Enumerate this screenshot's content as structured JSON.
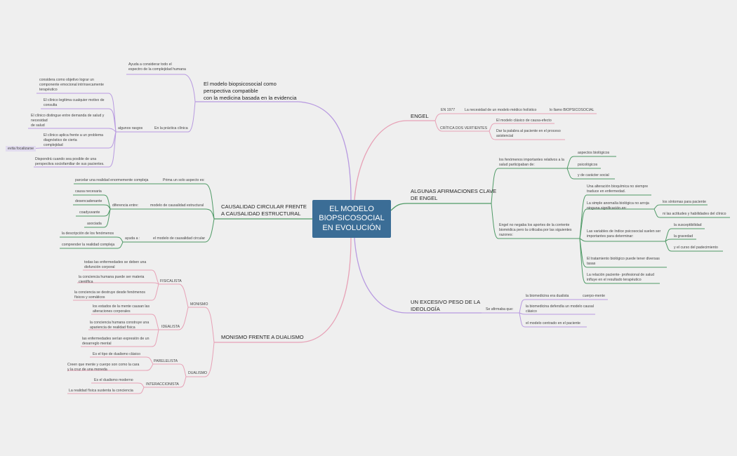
{
  "colors": {
    "purple": "#b89ae0",
    "pink": "#e8a0b4",
    "green": "#57a36c",
    "center": "#3b6d96",
    "lines_purple": "#b89ae0",
    "lines_green": "#4f9a66",
    "lines_pink": "#e7a1b6"
  },
  "center": {
    "title": "EL MODELO\nBIOPSICOSOCIAL\nEN EVOLUCIÓN"
  },
  "b1": {
    "title": "El modelo biopsicosocial como\nperspectiva compatible\ncon la medicina basada en la evidencia",
    "top": "Ayuda a considerar todo el\nespectro de la complejidad humana",
    "practica": "En la práctica clínica",
    "rasgos": "algunos rasgos",
    "r1": "considera como objetivo lograr un\ncomponente emocional intrínsecamente\nterapéutico",
    "r2": "El clínico legitima cualquier motivo de\nconsulta",
    "r3": "El clínico distingue entre demanda de salud y\nnecesidad\nde salud",
    "r4": "El clínico aplica frente a un problema\ndiagnóstico de cierta\ncomplejidad",
    "r4b": "evita focalizarse",
    "r5": "Dispondrá cuando sea posible de una\nperspectiva sociofamiliar de sus pacientes."
  },
  "b2": {
    "title": "CAUSALIDAD CIRCULAR FRENTE\nA CAUSALIDAD ESTRUCTURAL",
    "c1": "Prima un solo aspecto es:",
    "c1a": "parcelar una realidad enormemente compleja",
    "c2": "modelo de causalidad estructural",
    "dif": "diferencia entre:",
    "d1": "causa necesaria",
    "d2": "desencadenante",
    "d3": "coadyuvante",
    "d4": "asociada",
    "c3": "el modelo de causalidad circular",
    "ayuda": "ayuda a :",
    "a1": "la descripción de los fenómenos",
    "a2": "comprender la realidad compleja"
  },
  "b3": {
    "title": "MONISMO FRENTE A DUALISMO",
    "monismo": "MONISMO",
    "fisicalista": "FISICALISTA",
    "f1": "todas las enfermedades se deben una\ndisfunción corporal",
    "f2": "la conciencia humana puede ser materia\ncientífica",
    "f3": "la conciencia se destruye desde fenómenos\nfísicos y somáticos",
    "idealista": "IDEALISTA",
    "i1": "los estados de la mente causan las\nalteraciones corporales",
    "i2": "la conciencia humana construye una\napariencia de realidad física",
    "i3": "las enfermedades serían expresión de un\ndesarreglo mental",
    "dualismo": "DUALISMO",
    "paralelista": "PARELELISTA",
    "p1": "Es el tipo de dualismo clásico",
    "p2": "Creen que mente y cuerpo son como la cara\ny la cruz de una moneda",
    "interaccionista": "INTERACCIONISTA",
    "n1": "Es el dualismo moderno",
    "n2": "La realidad física sustenta la conciencia"
  },
  "b4": {
    "title": "ENGEL",
    "en1977": "EN 1977",
    "necesidad": "La necesidad de un modelo médico holístico",
    "llamo": "lo llamo BIOPSICOSOCIAL",
    "critica": "CRÍTICA DOS VERTIENTES",
    "k1": "El modelo clásico de causa-efecto",
    "k2": "Dar la palabra al paciente en el proceso\nasistencial"
  },
  "b5": {
    "title": "ALGUNAS AFIRMACIONES CLAVE\nDE ENGEL",
    "fen": "los fenómenos importantes relativos a la\nsalud participaban de:",
    "f1": "aspectos biológicos",
    "f2": "psicológicos",
    "f3": "y de carácter social",
    "neg": "Engel no negaba los aportes de la corriente\nbiomédica pero la criticaba por las siguientes\nrazones:",
    "n1": "Una alteración bioquímica no siempre\ntraduce en enfermedad.",
    "n2": "La simple anomalía biológica no arroja\nninguna significación en:",
    "n2a": "los síntomas para paciente",
    "n2b": "ni las actitudes y habilidades del clínico",
    "n3": "Las variables de índice psicosocial suelen ser\nimportantes para determinar:",
    "n3a": "la susceptibilidad",
    "n3b": "la gravedad",
    "n3c": "y el curso del padecimiento",
    "n4": "El tratamiento biológico puede tener diversas\ntasas",
    "n5": "La relación paciente- profesional de salud\ninfluye en el resultado terapéutico"
  },
  "b6": {
    "title": "UN EXCESIVO PESO DE LA\nIDEOLOGÍA",
    "afirmaba": "Se afirmaba que:",
    "a1": "la biomedicina era dualista",
    "a1a": "cuerpo-mente",
    "a2": "la  biomedicina defendía un modelo causal\nclásico",
    "a3": "el modelo centrado en el paciente"
  }
}
